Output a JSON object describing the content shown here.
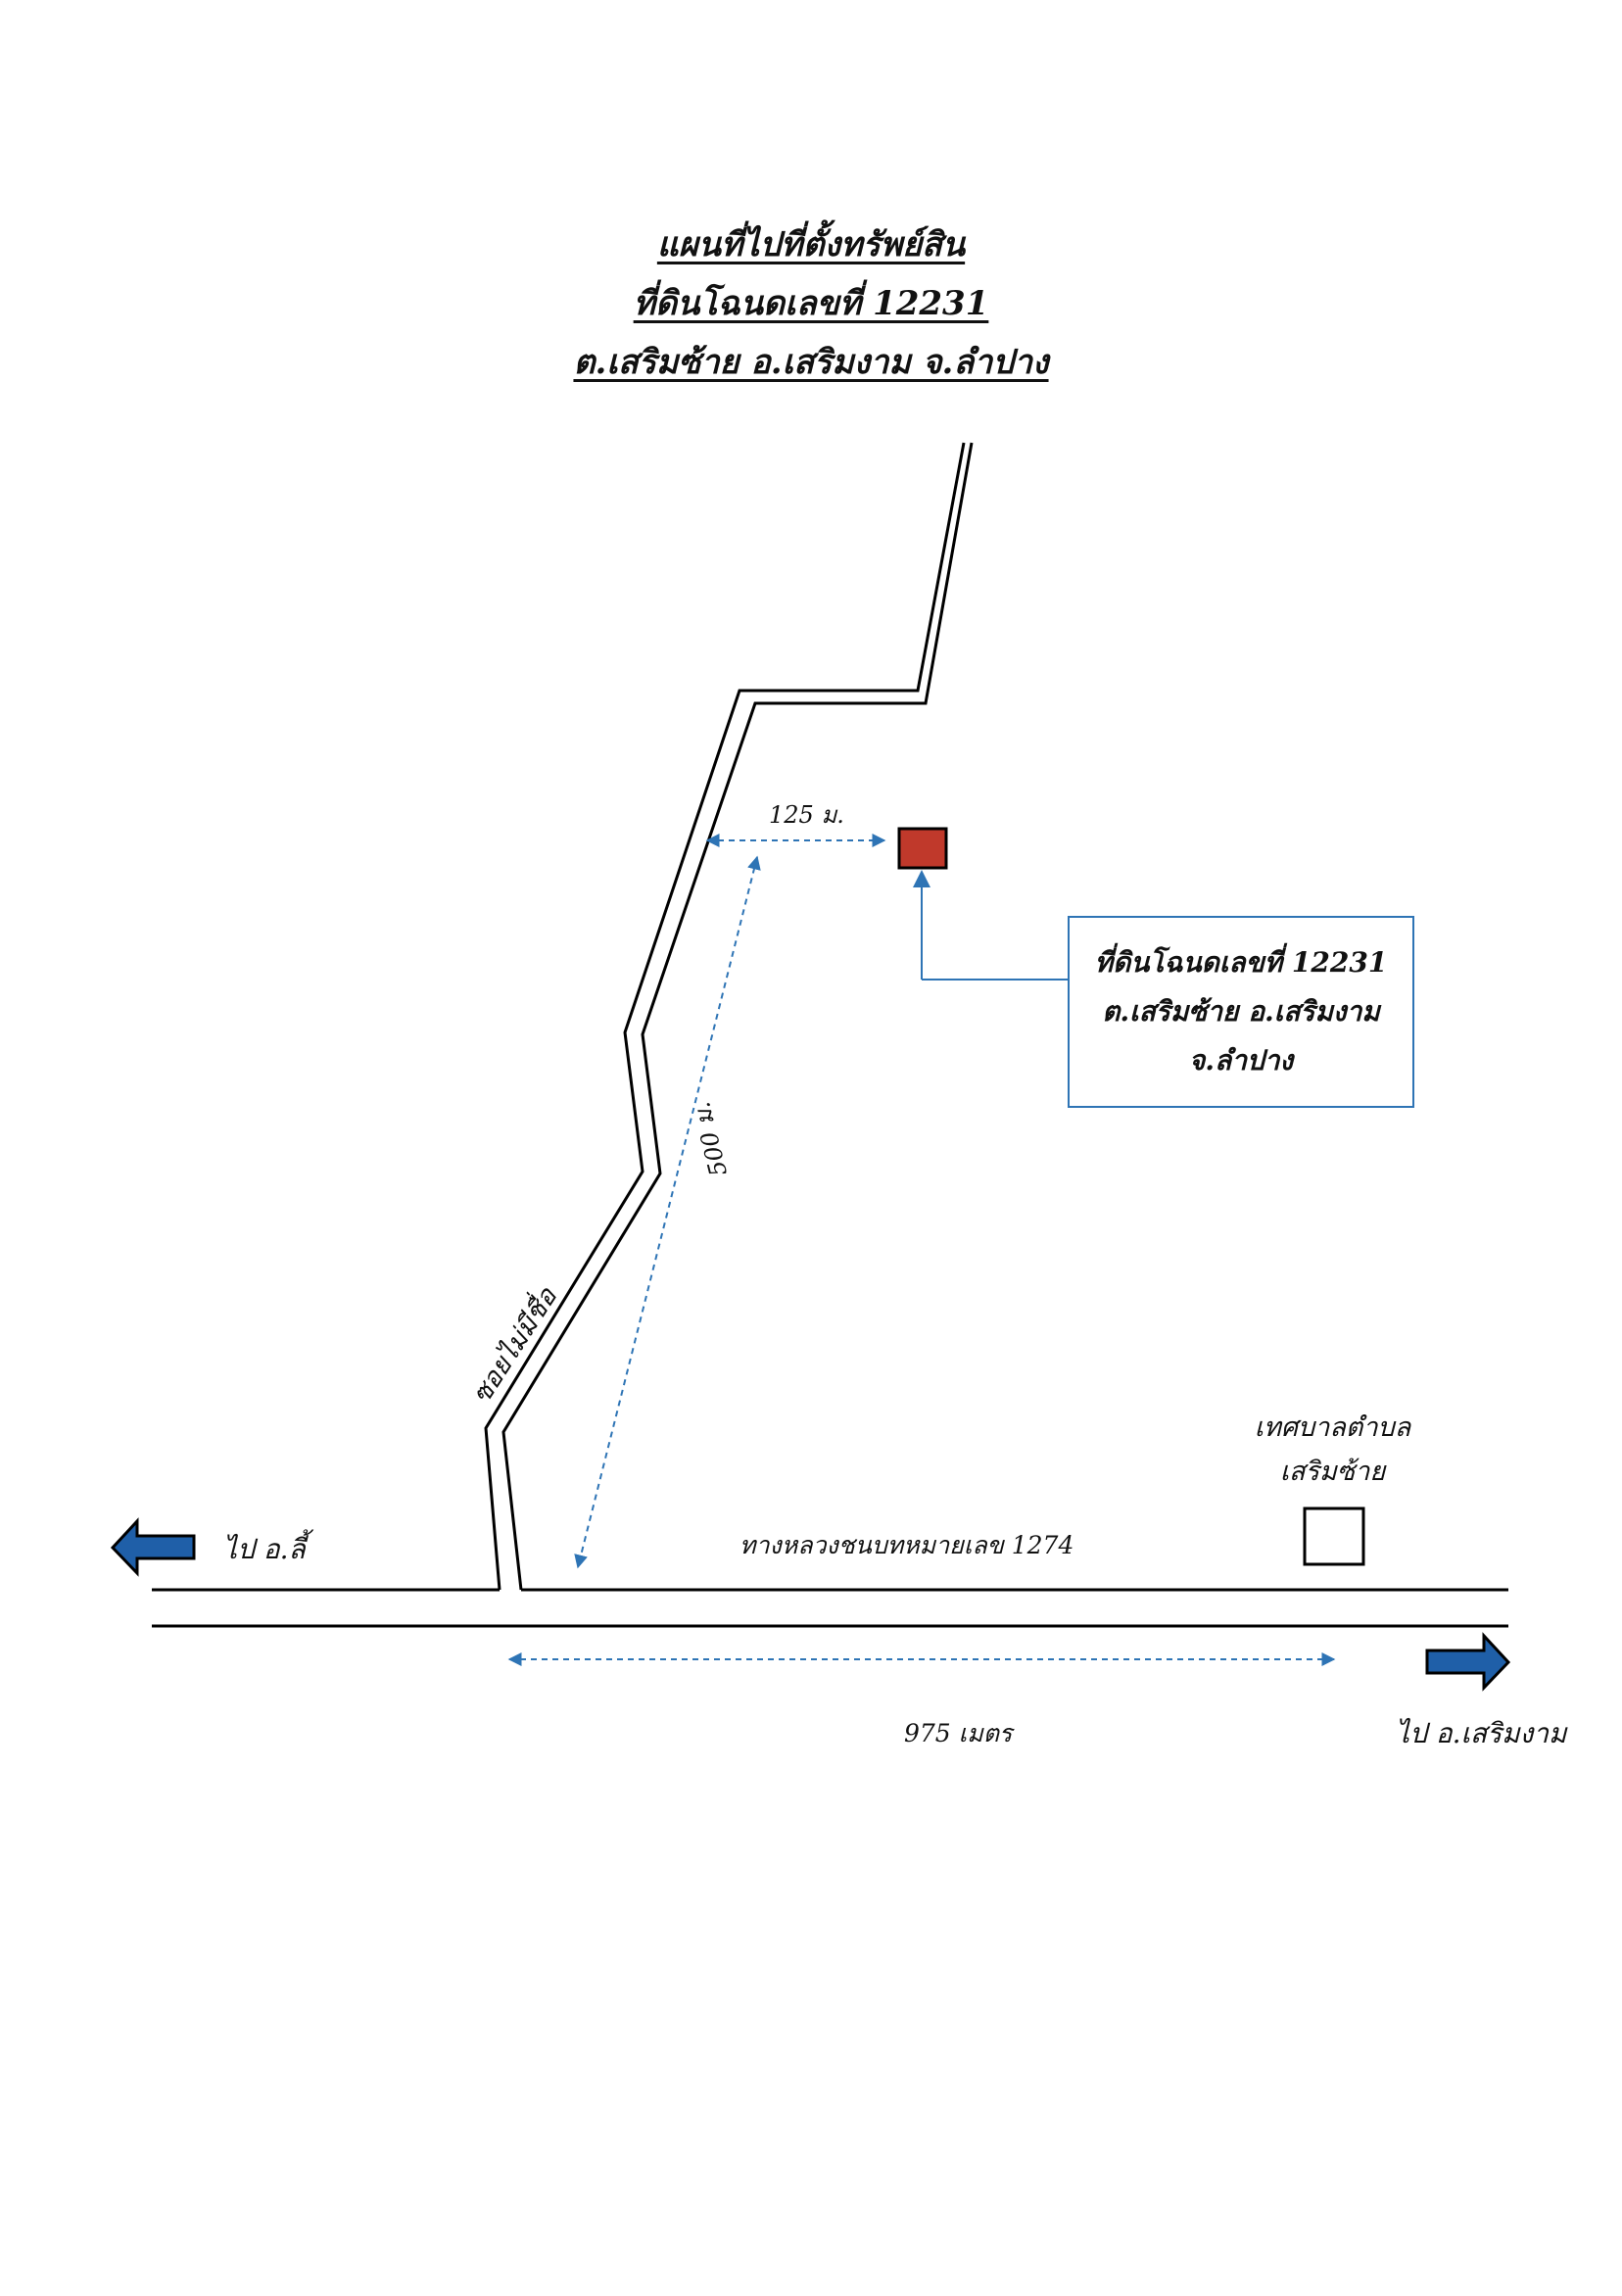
{
  "title": {
    "line1": "แผนที่ไปที่ตั้งทรัพย์สิน",
    "line2": "ที่ดินโฉนดเลขที่  12231",
    "line3": "ต.เสริมซ้าย อ.เสริมงาม จ.ลำปาง"
  },
  "labels": {
    "dist_125": "125 ม.",
    "dist_500": "500 ม.",
    "dist_975": "975 เมตร",
    "alley": "ซอยไม่มีชื่อ",
    "highway": "ทางหลวงชนบทหมายเลข 1274",
    "to_li": "ไป อ.ลี้",
    "to_soem_ngam": "ไป อ.เสริมงาม",
    "municipality_line1": "เทศบาลตำบล",
    "municipality_line2": "เสริมซ้าย"
  },
  "info_box": {
    "line1": "ที่ดินโฉนดเลขที่ 12231",
    "line2": "ต.เสริมซ้าย อ.เสริมงาม",
    "line3": "จ.ลำปาง"
  },
  "colors": {
    "road": "#000000",
    "dimension_line": "#2e74b5",
    "property_marker": "#c0392b",
    "arrow_fill": "#1f5fa8"
  }
}
